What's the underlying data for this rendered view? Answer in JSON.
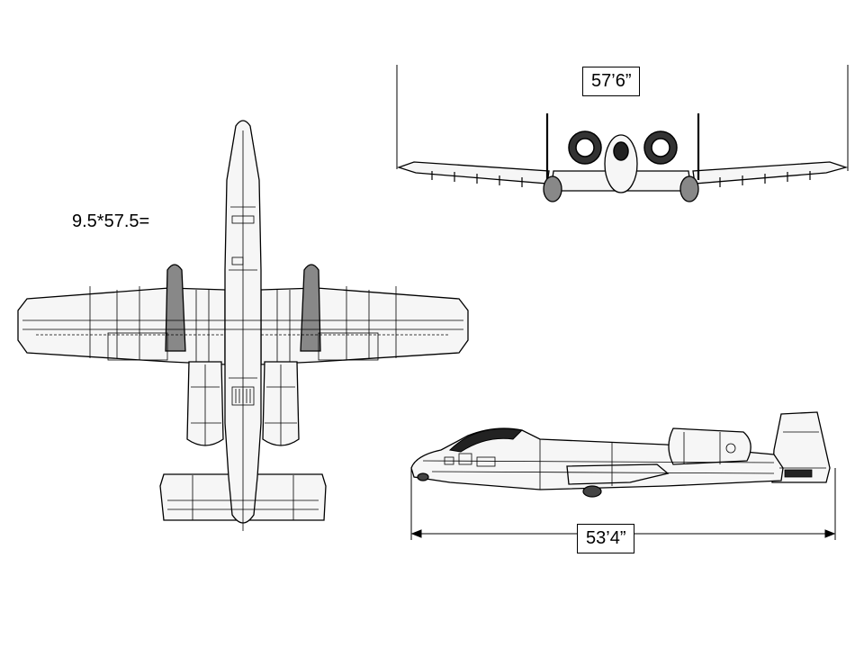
{
  "formula": {
    "text": "9.5*57.5="
  },
  "wingspan": {
    "label": "57’6”"
  },
  "length": {
    "label": "53’4”"
  },
  "colors": {
    "ink": "#000000",
    "background": "#ffffff",
    "panel": "#f4f4f4"
  }
}
